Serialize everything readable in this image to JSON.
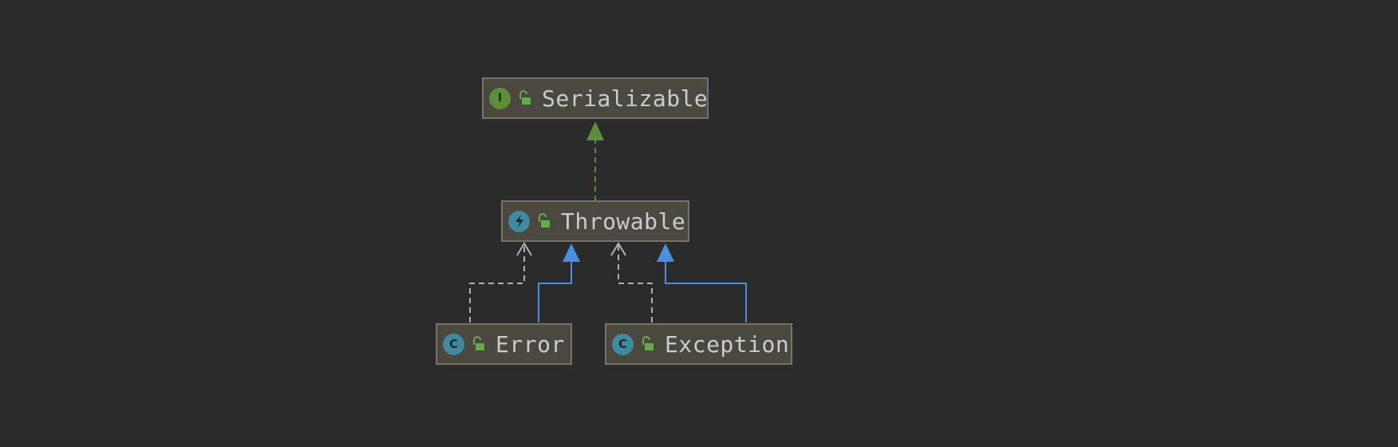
{
  "diagram": {
    "type": "class-hierarchy",
    "nodes": [
      {
        "id": "serializable",
        "label": "Serializable",
        "kind": "interface",
        "kind_icon": "I",
        "access": "public"
      },
      {
        "id": "throwable",
        "label": "Throwable",
        "kind": "throwable-class",
        "kind_icon": "lightning",
        "access": "public"
      },
      {
        "id": "error",
        "label": "Error",
        "kind": "class",
        "kind_icon": "C",
        "access": "public"
      },
      {
        "id": "exception",
        "label": "Exception",
        "kind": "class",
        "kind_icon": "C",
        "access": "public"
      }
    ],
    "edges": [
      {
        "from": "throwable",
        "to": "serializable",
        "relation": "implements"
      },
      {
        "from": "error",
        "to": "throwable",
        "relation": "extends"
      },
      {
        "from": "error",
        "to": "throwable",
        "relation": "dependency"
      },
      {
        "from": "exception",
        "to": "throwable",
        "relation": "extends"
      },
      {
        "from": "exception",
        "to": "throwable",
        "relation": "dependency"
      }
    ],
    "colors": {
      "background": "#2b2b2b",
      "node_fill": "#4b4840",
      "node_border": "#77736a",
      "label_text": "#c9ccd1",
      "implements_edge": "#5d8f3a",
      "extends_edge": "#4a8fe0",
      "dependency_edge": "#b0b0b0",
      "interface_icon": "#5d8f3a",
      "class_icon": "#3f8aa0",
      "access_icon": "#6aa84f"
    }
  }
}
